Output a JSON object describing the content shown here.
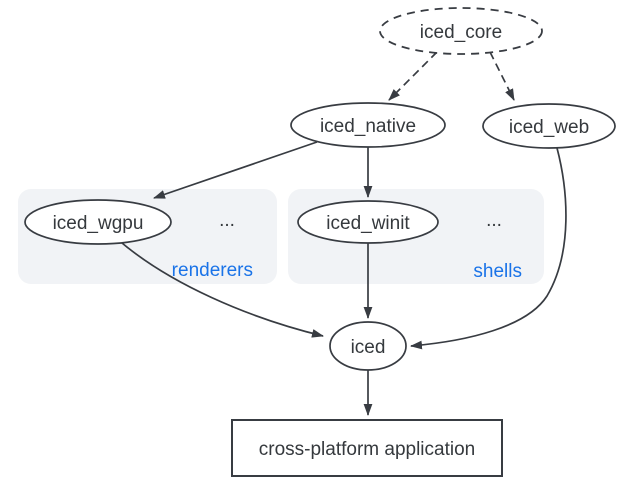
{
  "nodes": {
    "iced_core": "iced_core",
    "iced_native": "iced_native",
    "iced_web": "iced_web",
    "iced_wgpu": "iced_wgpu",
    "iced_winit": "iced_winit",
    "iced": "iced",
    "application": "cross-platform application"
  },
  "groups": {
    "renderers": {
      "label": "renderers",
      "more": "..."
    },
    "shells": {
      "label": "shells",
      "more": "..."
    }
  },
  "colors": {
    "accent": "#1a73e8",
    "group_fill": "#f1f3f6",
    "stroke": "#383c42",
    "text": "#35393d"
  }
}
